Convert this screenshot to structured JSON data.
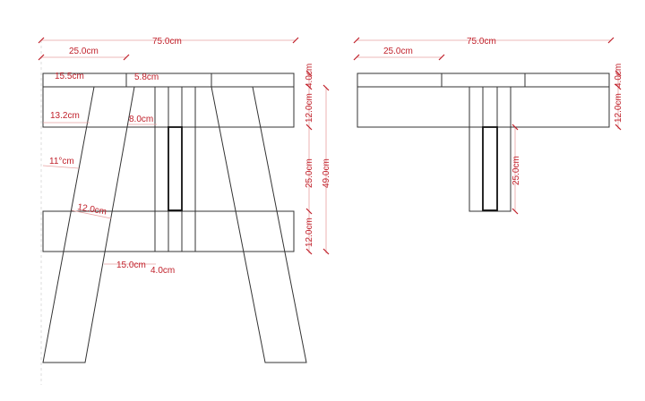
{
  "front_view": {
    "dims": {
      "total_width": "75.0cm",
      "section_width": "25.0cm",
      "top_offset": "15.5cm",
      "leg_top": "5.8cm",
      "apron_offset": "13.2cm",
      "leg_at_apron": "8.0cm",
      "leg_mid": "11°cm",
      "leg_width": "12.0cm",
      "leg_bottom_gap": "15.0cm",
      "post_width": "4.0cm",
      "top_thickness": "4.0cm",
      "apron_height": "12.0cm",
      "gap_height": "25.0cm",
      "rail_height": "12.0cm",
      "total_height": "49.0cm"
    }
  },
  "side_view": {
    "dims": {
      "total_width": "75.0cm",
      "section_width": "25.0cm",
      "top_thickness": "4.0cm",
      "apron_height": "12.0cm",
      "post_height": "25.0cm"
    }
  },
  "colors": {
    "dimension": "#c0202a",
    "line": "#333333"
  }
}
